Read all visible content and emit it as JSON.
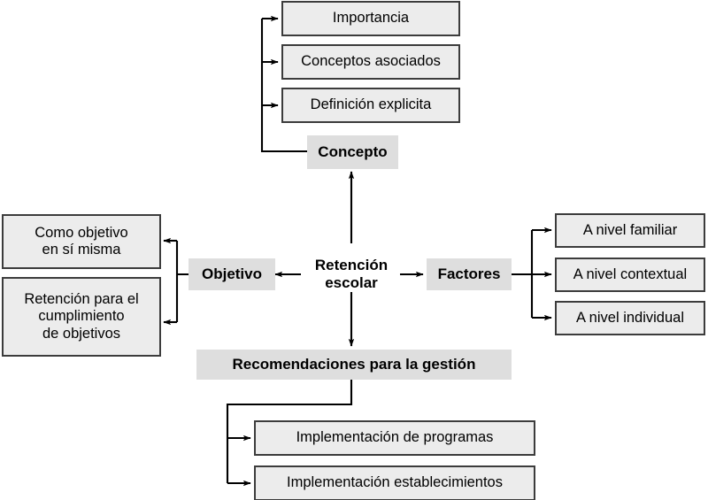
{
  "diagram": {
    "type": "concept-map",
    "title": "Retención escolar",
    "center": {
      "label": "Retención\nescolar",
      "style": "plain"
    },
    "branches": [
      {
        "id": "concepto",
        "label": "Concepto",
        "style": "shaded",
        "direction": "up",
        "children": [
          {
            "id": "importancia",
            "label": "Importancia"
          },
          {
            "id": "conceptos-asociados",
            "label": "Conceptos asociados"
          },
          {
            "id": "definicion-explicita",
            "label": "Definición explicita"
          }
        ]
      },
      {
        "id": "objetivo",
        "label": "Objetivo",
        "style": "shaded",
        "direction": "left",
        "children": [
          {
            "id": "como-objetivo-en-si-misma",
            "label": "Como objetivo\nen sí misma"
          },
          {
            "id": "retencion-para-el-cumplimiento-de-objetivos",
            "label": "Retención para el\ncumplimiento\nde objetivos"
          }
        ]
      },
      {
        "id": "factores",
        "label": "Factores",
        "style": "shaded",
        "direction": "right",
        "children": [
          {
            "id": "a-nivel-familiar",
            "label": "A nivel familiar"
          },
          {
            "id": "a-nivel-contextual",
            "label": "A nivel contextual"
          },
          {
            "id": "a-nivel-individual",
            "label": "A nivel individual"
          }
        ]
      },
      {
        "id": "recomendaciones",
        "label": "Recomendaciones para la gestión",
        "style": "shaded",
        "direction": "down",
        "children": [
          {
            "id": "implementacion-de-programas",
            "label": "Implementación de programas"
          },
          {
            "id": "implementacion-establecimientos",
            "label": "Implementación establecimientos"
          }
        ]
      }
    ],
    "colors": {
      "background": "#ffffff",
      "box_fill": "#ececec",
      "box_border": "#3c3c3c",
      "shaded_fill": "#dedede",
      "connector": "#000000",
      "text": "#000000"
    }
  }
}
